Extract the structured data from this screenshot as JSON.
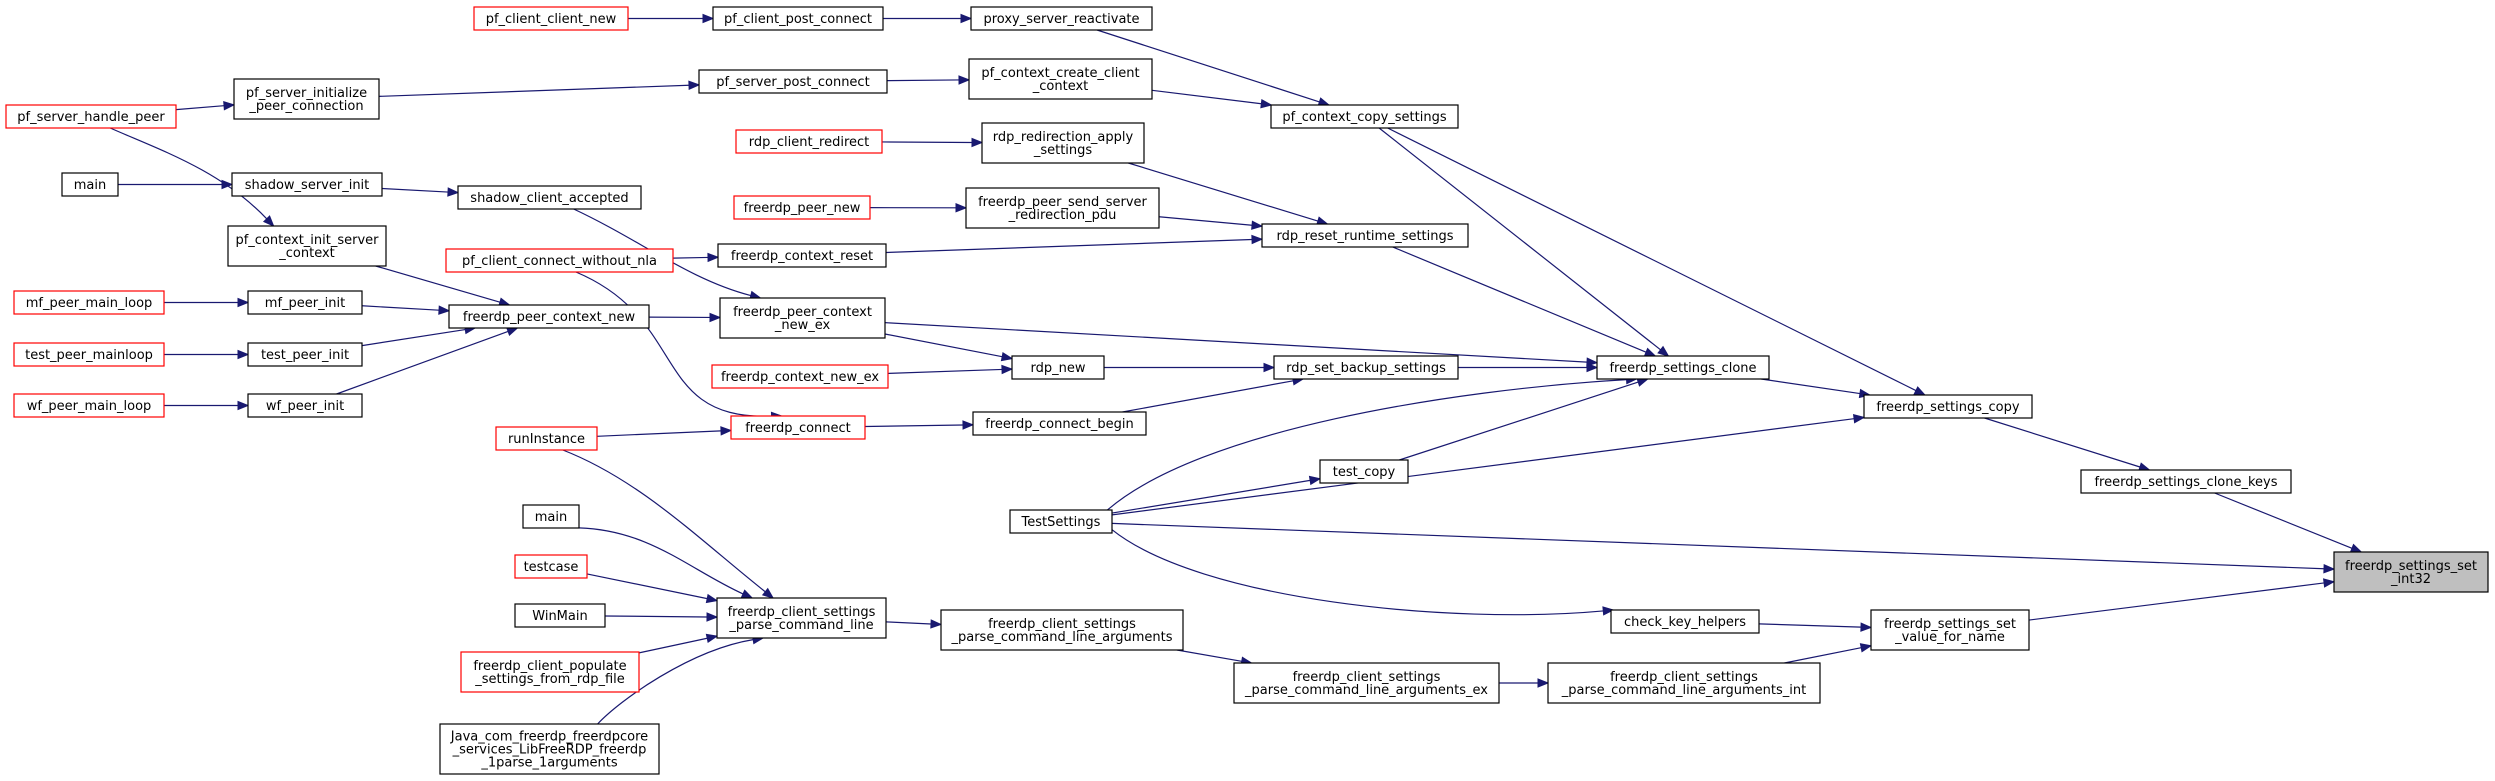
{
  "colors": {
    "edge": "#191970",
    "node_border": "#000000",
    "truncated_border": "#ff0000",
    "target_fill": "#bfbfbf"
  },
  "nodes": [
    {
      "id": "n_pf_client_client_new",
      "lines": [
        "pf_client_client_new"
      ],
      "style": "red"
    },
    {
      "id": "n_pf_client_post_connect",
      "lines": [
        "pf_client_post_connect"
      ],
      "style": "black"
    },
    {
      "id": "n_proxy_server_reactivate",
      "lines": [
        "proxy_server_reactivate"
      ],
      "style": "black"
    },
    {
      "id": "n_pf_server_handle_peer",
      "lines": [
        "pf_server_handle_peer"
      ],
      "style": "red"
    },
    {
      "id": "n_pf_server_initialize_peer_connection",
      "lines": [
        "pf_server_initialize",
        "_peer_connection"
      ],
      "style": "black"
    },
    {
      "id": "n_pf_server_post_connect",
      "lines": [
        "pf_server_post_connect"
      ],
      "style": "black"
    },
    {
      "id": "n_pf_context_create_client_context",
      "lines": [
        "pf_context_create_client",
        "_context"
      ],
      "style": "black"
    },
    {
      "id": "n_pf_context_copy_settings",
      "lines": [
        "pf_context_copy_settings"
      ],
      "style": "black"
    },
    {
      "id": "n_rdp_client_redirect",
      "lines": [
        "rdp_client_redirect"
      ],
      "style": "red"
    },
    {
      "id": "n_rdp_redirection_apply_settings",
      "lines": [
        "rdp_redirection_apply",
        "_settings"
      ],
      "style": "black"
    },
    {
      "id": "n_main_1",
      "lines": [
        "main"
      ],
      "style": "black"
    },
    {
      "id": "n_shadow_server_init",
      "lines": [
        "shadow_server_init"
      ],
      "style": "black"
    },
    {
      "id": "n_shadow_client_accepted",
      "lines": [
        "shadow_client_accepted"
      ],
      "style": "black"
    },
    {
      "id": "n_freerdp_peer_new",
      "lines": [
        "freerdp_peer_new"
      ],
      "style": "red"
    },
    {
      "id": "n_freerdp_peer_send_server_redirection_pdu",
      "lines": [
        "freerdp_peer_send_server",
        "_redirection_pdu"
      ],
      "style": "black"
    },
    {
      "id": "n_pf_context_init_server_context",
      "lines": [
        "pf_context_init_server",
        "_context"
      ],
      "style": "black"
    },
    {
      "id": "n_rdp_reset_runtime_settings",
      "lines": [
        "rdp_reset_runtime_settings"
      ],
      "style": "black"
    },
    {
      "id": "n_pf_client_connect_without_nla",
      "lines": [
        "pf_client_connect_without_nla"
      ],
      "style": "red"
    },
    {
      "id": "n_freerdp_context_reset",
      "lines": [
        "freerdp_context_reset"
      ],
      "style": "black"
    },
    {
      "id": "n_mf_peer_main_loop",
      "lines": [
        "mf_peer_main_loop"
      ],
      "style": "red"
    },
    {
      "id": "n_mf_peer_init",
      "lines": [
        "mf_peer_init"
      ],
      "style": "black"
    },
    {
      "id": "n_freerdp_peer_context_new",
      "lines": [
        "freerdp_peer_context_new"
      ],
      "style": "black"
    },
    {
      "id": "n_freerdp_peer_context_new_ex",
      "lines": [
        "freerdp_peer_context",
        "_new_ex"
      ],
      "style": "black"
    },
    {
      "id": "n_test_peer_mainloop",
      "lines": [
        "test_peer_mainloop"
      ],
      "style": "red"
    },
    {
      "id": "n_test_peer_init",
      "lines": [
        "test_peer_init"
      ],
      "style": "black"
    },
    {
      "id": "n_freerdp_context_new_ex",
      "lines": [
        "freerdp_context_new_ex"
      ],
      "style": "red"
    },
    {
      "id": "n_rdp_new",
      "lines": [
        "rdp_new"
      ],
      "style": "black"
    },
    {
      "id": "n_rdp_set_backup_settings",
      "lines": [
        "rdp_set_backup_settings"
      ],
      "style": "black"
    },
    {
      "id": "n_freerdp_settings_clone",
      "lines": [
        "freerdp_settings_clone"
      ],
      "style": "black"
    },
    {
      "id": "n_wf_peer_main_loop",
      "lines": [
        "wf_peer_main_loop"
      ],
      "style": "red"
    },
    {
      "id": "n_wf_peer_init",
      "lines": [
        "wf_peer_init"
      ],
      "style": "black"
    },
    {
      "id": "n_freerdp_settings_copy",
      "lines": [
        "freerdp_settings_copy"
      ],
      "style": "black"
    },
    {
      "id": "n_runInstance",
      "lines": [
        "runInstance"
      ],
      "style": "red"
    },
    {
      "id": "n_freerdp_connect",
      "lines": [
        "freerdp_connect"
      ],
      "style": "red"
    },
    {
      "id": "n_freerdp_connect_begin",
      "lines": [
        "freerdp_connect_begin"
      ],
      "style": "black"
    },
    {
      "id": "n_test_copy",
      "lines": [
        "test_copy"
      ],
      "style": "black"
    },
    {
      "id": "n_freerdp_settings_clone_keys",
      "lines": [
        "freerdp_settings_clone_keys"
      ],
      "style": "black"
    },
    {
      "id": "n_TestSettings",
      "lines": [
        "TestSettings"
      ],
      "style": "black"
    },
    {
      "id": "n_main_2",
      "lines": [
        "main"
      ],
      "style": "black"
    },
    {
      "id": "n_freerdp_settings_set_int32",
      "lines": [
        "freerdp_settings_set",
        "_int32"
      ],
      "style": "target"
    },
    {
      "id": "n_testcase",
      "lines": [
        "testcase"
      ],
      "style": "red"
    },
    {
      "id": "n_WinMain",
      "lines": [
        "WinMain"
      ],
      "style": "black"
    },
    {
      "id": "n_freerdp_client_settings_parse_command_line",
      "lines": [
        "freerdp_client_settings",
        "_parse_command_line"
      ],
      "style": "black"
    },
    {
      "id": "n_freerdp_client_settings_parse_command_line_arguments",
      "lines": [
        "freerdp_client_settings",
        "_parse_command_line_arguments"
      ],
      "style": "black"
    },
    {
      "id": "n_check_key_helpers",
      "lines": [
        "check_key_helpers"
      ],
      "style": "black"
    },
    {
      "id": "n_freerdp_settings_set_value_for_name",
      "lines": [
        "freerdp_settings_set",
        "_value_for_name"
      ],
      "style": "black"
    },
    {
      "id": "n_freerdp_client_populate_settings_from_rdp_file",
      "lines": [
        "freerdp_client_populate",
        "_settings_from_rdp_file"
      ],
      "style": "red"
    },
    {
      "id": "n_freerdp_client_settings_parse_command_line_arguments_ex",
      "lines": [
        "freerdp_client_settings",
        "_parse_command_line_arguments_ex"
      ],
      "style": "black"
    },
    {
      "id": "n_freerdp_client_settings_parse_command_line_arguments_int",
      "lines": [
        "freerdp_client_settings",
        "_parse_command_line_arguments_int"
      ],
      "style": "black"
    },
    {
      "id": "n_java_parse_arguments",
      "lines": [
        "Java_com_freerdp_freerdpcore",
        "_services_LibFreeRDP_freerdp",
        "_1parse_1arguments"
      ],
      "style": "black"
    }
  ],
  "edges": [
    [
      "n_pf_client_client_new",
      "n_pf_client_post_connect"
    ],
    [
      "n_pf_client_post_connect",
      "n_proxy_server_reactivate"
    ],
    [
      "n_proxy_server_reactivate",
      "n_pf_context_copy_settings"
    ],
    [
      "n_pf_server_handle_peer",
      "n_pf_server_initialize_peer_connection"
    ],
    [
      "n_pf_server_handle_peer",
      "n_pf_context_init_server_context"
    ],
    [
      "n_pf_server_initialize_peer_connection",
      "n_pf_server_post_connect"
    ],
    [
      "n_pf_server_post_connect",
      "n_pf_context_create_client_context"
    ],
    [
      "n_pf_context_create_client_context",
      "n_pf_context_copy_settings"
    ],
    [
      "n_pf_context_copy_settings",
      "n_freerdp_settings_clone"
    ],
    [
      "n_pf_context_copy_settings",
      "n_freerdp_settings_copy"
    ],
    [
      "n_rdp_client_redirect",
      "n_rdp_redirection_apply_settings"
    ],
    [
      "n_rdp_redirection_apply_settings",
      "n_rdp_reset_runtime_settings"
    ],
    [
      "n_main_1",
      "n_shadow_server_init"
    ],
    [
      "n_shadow_server_init",
      "n_shadow_client_accepted"
    ],
    [
      "n_shadow_client_accepted",
      "n_freerdp_peer_context_new_ex"
    ],
    [
      "n_freerdp_peer_new",
      "n_freerdp_peer_send_server_redirection_pdu"
    ],
    [
      "n_freerdp_peer_send_server_redirection_pdu",
      "n_rdp_reset_runtime_settings"
    ],
    [
      "n_pf_context_init_server_context",
      "n_freerdp_peer_context_new"
    ],
    [
      "n_pf_client_connect_without_nla",
      "n_freerdp_context_reset"
    ],
    [
      "n_pf_client_connect_without_nla",
      "n_freerdp_connect"
    ],
    [
      "n_freerdp_context_reset",
      "n_rdp_reset_runtime_settings"
    ],
    [
      "n_rdp_reset_runtime_settings",
      "n_freerdp_settings_clone"
    ],
    [
      "n_mf_peer_main_loop",
      "n_mf_peer_init"
    ],
    [
      "n_mf_peer_init",
      "n_freerdp_peer_context_new"
    ],
    [
      "n_test_peer_mainloop",
      "n_test_peer_init"
    ],
    [
      "n_test_peer_init",
      "n_freerdp_peer_context_new"
    ],
    [
      "n_wf_peer_main_loop",
      "n_wf_peer_init"
    ],
    [
      "n_wf_peer_init",
      "n_freerdp_peer_context_new"
    ],
    [
      "n_freerdp_peer_context_new",
      "n_freerdp_peer_context_new_ex"
    ],
    [
      "n_freerdp_peer_context_new_ex",
      "n_rdp_new"
    ],
    [
      "n_freerdp_peer_context_new_ex",
      "n_freerdp_settings_clone"
    ],
    [
      "n_freerdp_context_new_ex",
      "n_rdp_new"
    ],
    [
      "n_rdp_new",
      "n_rdp_set_backup_settings"
    ],
    [
      "n_rdp_set_backup_settings",
      "n_freerdp_settings_clone"
    ],
    [
      "n_freerdp_settings_clone",
      "n_freerdp_settings_copy"
    ],
    [
      "n_freerdp_settings_copy",
      "n_freerdp_settings_clone_keys"
    ],
    [
      "n_freerdp_settings_clone_keys",
      "n_freerdp_settings_set_int32"
    ],
    [
      "n_runInstance",
      "n_freerdp_connect"
    ],
    [
      "n_runInstance",
      "n_freerdp_client_settings_parse_command_line"
    ],
    [
      "n_freerdp_connect",
      "n_freerdp_connect_begin"
    ],
    [
      "n_freerdp_connect_begin",
      "n_rdp_set_backup_settings"
    ],
    [
      "n_test_copy",
      "n_freerdp_settings_clone"
    ],
    [
      "n_TestSettings",
      "n_test_copy"
    ],
    [
      "n_TestSettings",
      "n_freerdp_settings_clone"
    ],
    [
      "n_TestSettings",
      "n_freerdp_settings_copy"
    ],
    [
      "n_TestSettings",
      "n_freerdp_settings_set_int32"
    ],
    [
      "n_TestSettings",
      "n_check_key_helpers"
    ],
    [
      "n_check_key_helpers",
      "n_freerdp_settings_set_value_for_name"
    ],
    [
      "n_freerdp_settings_set_value_for_name",
      "n_freerdp_settings_set_int32"
    ],
    [
      "n_main_2",
      "n_freerdp_client_settings_parse_command_line"
    ],
    [
      "n_testcase",
      "n_freerdp_client_settings_parse_command_line"
    ],
    [
      "n_WinMain",
      "n_freerdp_client_settings_parse_command_line"
    ],
    [
      "n_freerdp_client_populate_settings_from_rdp_file",
      "n_freerdp_client_settings_parse_command_line"
    ],
    [
      "n_java_parse_arguments",
      "n_freerdp_client_settings_parse_command_line"
    ],
    [
      "n_freerdp_client_settings_parse_command_line",
      "n_freerdp_client_settings_parse_command_line_arguments"
    ],
    [
      "n_freerdp_client_settings_parse_command_line_arguments",
      "n_freerdp_client_settings_parse_command_line_arguments_ex"
    ],
    [
      "n_freerdp_client_settings_parse_command_line_arguments_ex",
      "n_freerdp_client_settings_parse_command_line_arguments_int"
    ],
    [
      "n_freerdp_client_settings_parse_command_line_arguments_int",
      "n_freerdp_settings_set_value_for_name"
    ]
  ]
}
